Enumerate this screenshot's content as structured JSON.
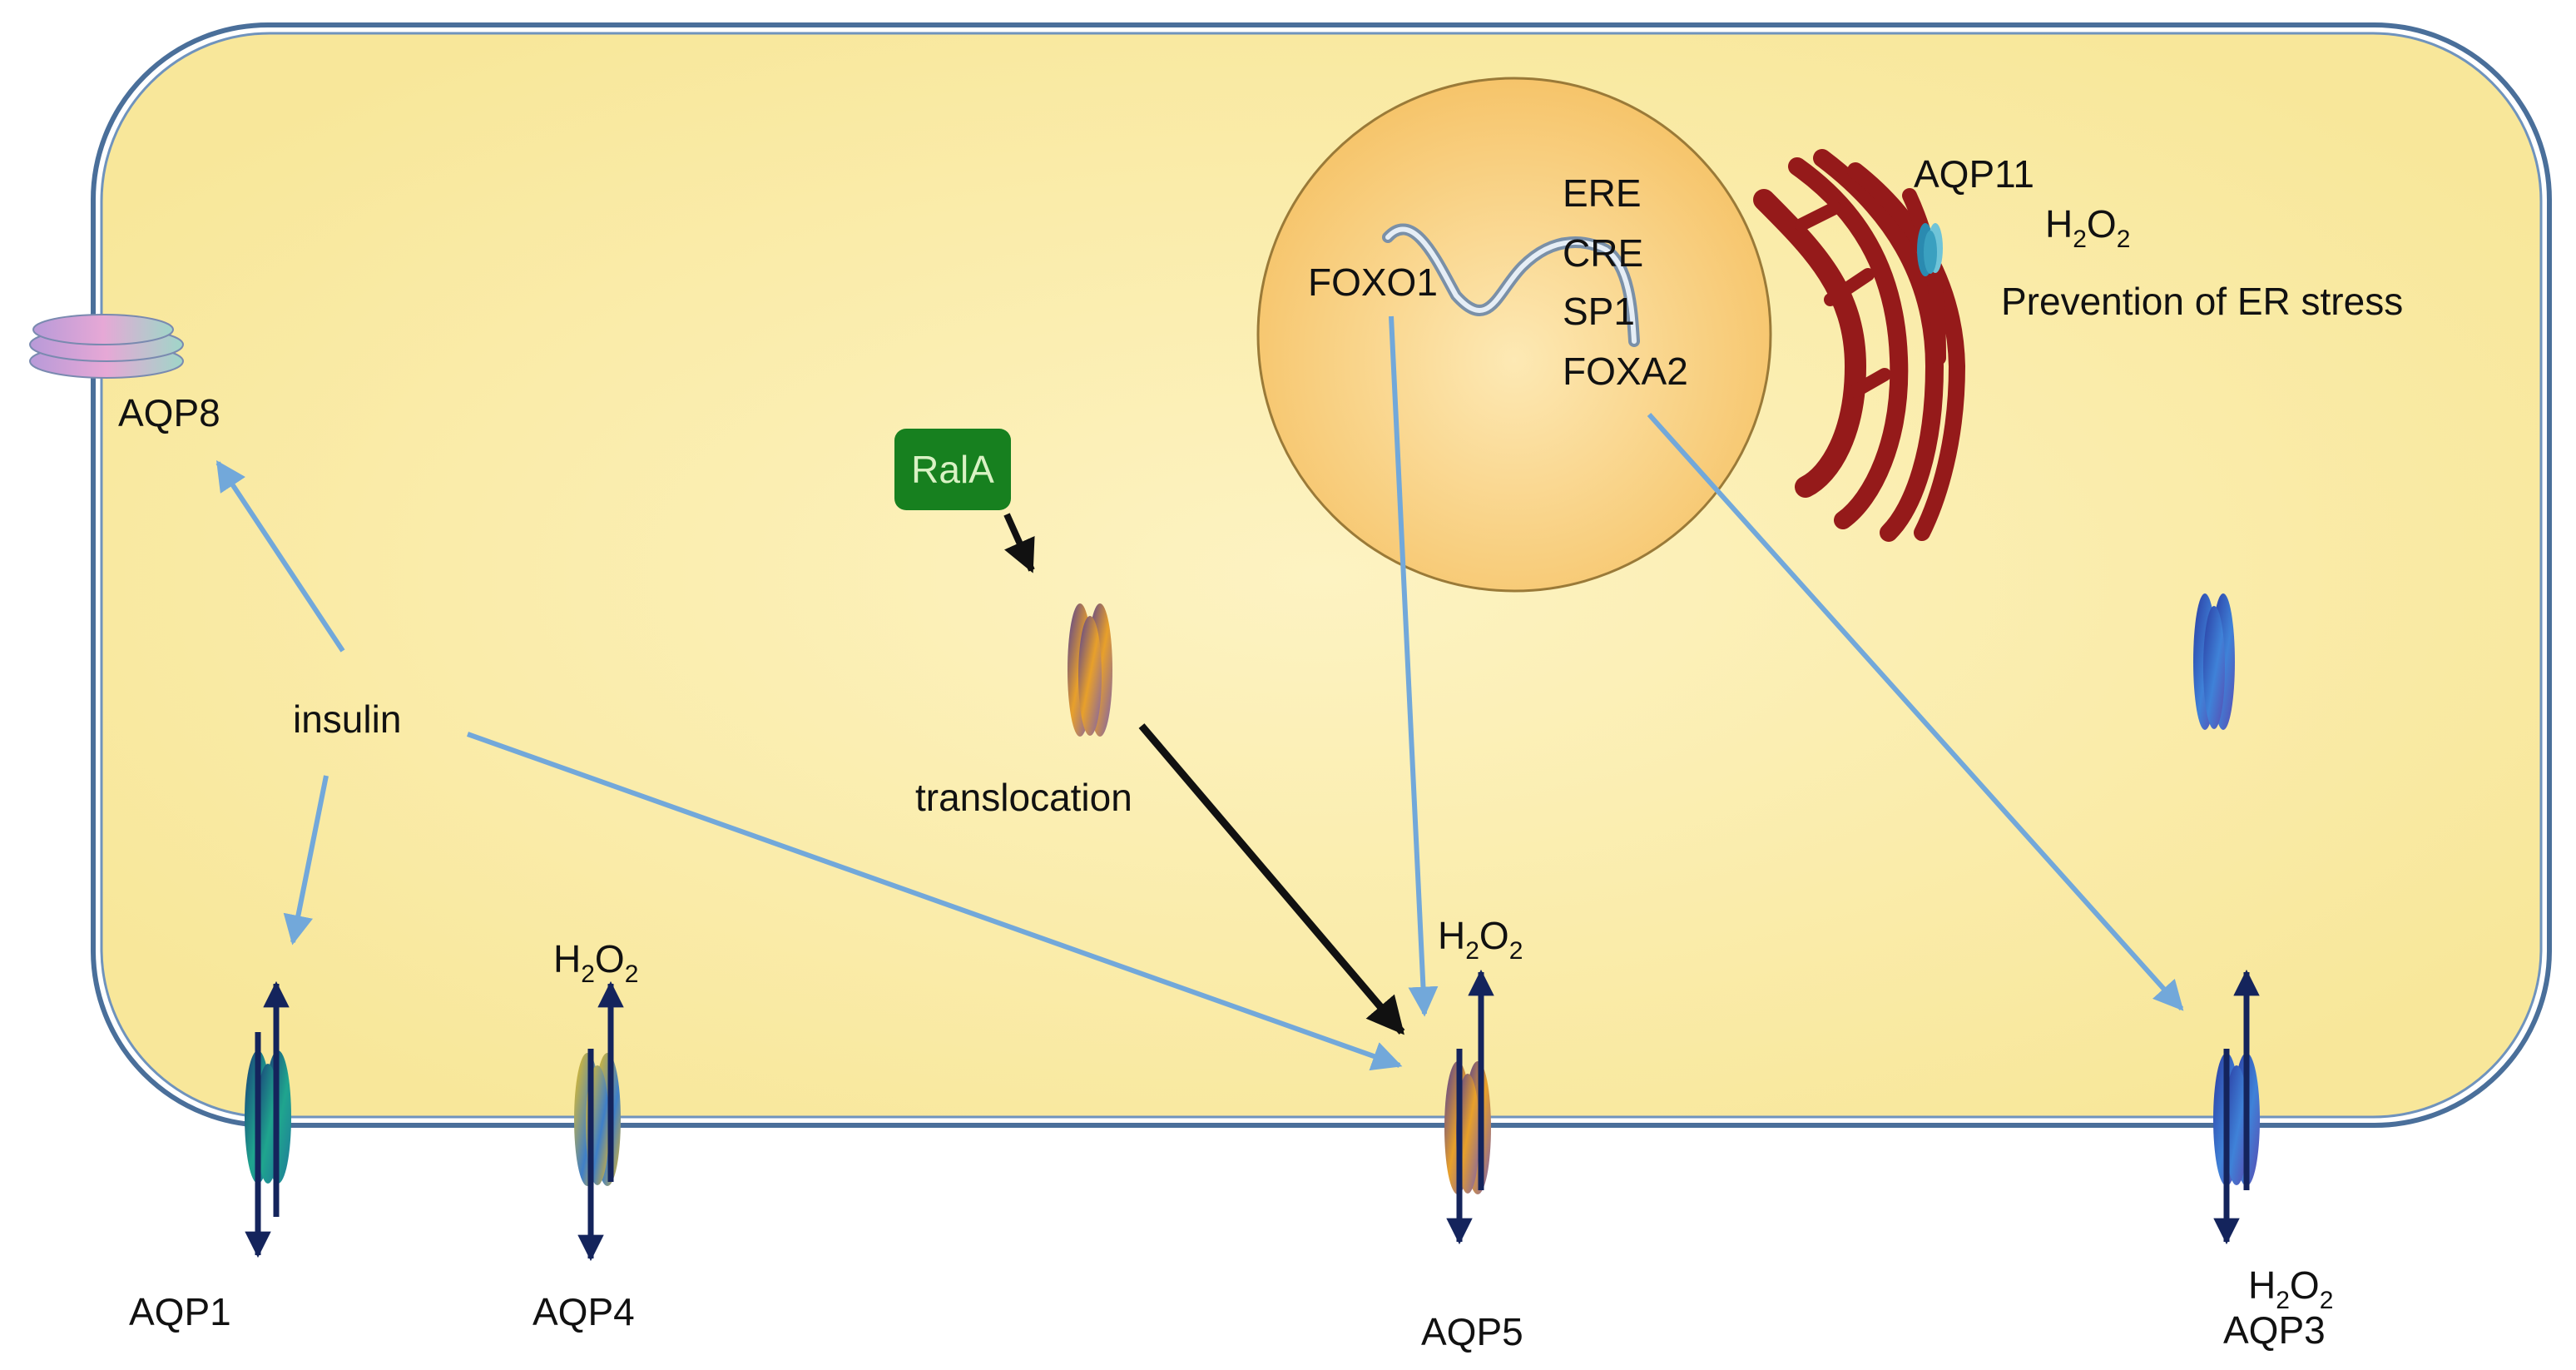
{
  "cell": {
    "fill": "#fbeea6",
    "membrane": "#4a6f9a"
  },
  "colors": {
    "pathway_arrow": "#72a8da",
    "translocation_arrow": "#111111",
    "transport_arrow": "#14245c",
    "er": "#951a1a",
    "rala_box": "#17801f",
    "rala_text": "#d9f2c4"
  },
  "labels": {
    "aqp8": "AQP8",
    "insulin": "insulin",
    "rala": "RalA",
    "translocation": "translocation",
    "foxo1": "FOXO1",
    "ere": "ERE",
    "cre": "CRE",
    "sp1": "SP1",
    "foxa2": "FOXA2",
    "aqp11": "AQP11",
    "er_stress": "Prevention of ER stress",
    "aqp1": "AQP1",
    "aqp4": "AQP4",
    "aqp5": "AQP5",
    "aqp3": "AQP3"
  },
  "h2o2": {
    "h": "H",
    "two": "2",
    "o": "O"
  },
  "channels": [
    {
      "id": "aqp1",
      "colors": [
        "#1a3a78",
        "#1fa58e",
        "#1f7a9a"
      ]
    },
    {
      "id": "aqp4",
      "colors": [
        "#f0c21a",
        "#3f7fc8",
        "#e8b823"
      ]
    },
    {
      "id": "aqp5",
      "colors": [
        "#4b3a9a",
        "#e8a02a",
        "#7a5fb0"
      ]
    },
    {
      "id": "aqp3",
      "colors": [
        "#2a3aa0",
        "#3f82d8",
        "#5a4ab0"
      ]
    },
    {
      "id": "aqp5-vesicle",
      "colors": [
        "#4b3a9a",
        "#e8a02a",
        "#7a5fb0"
      ]
    },
    {
      "id": "aqp3-vesicle",
      "colors": [
        "#2a3aa0",
        "#3f82d8",
        "#5a4ab0"
      ]
    }
  ]
}
